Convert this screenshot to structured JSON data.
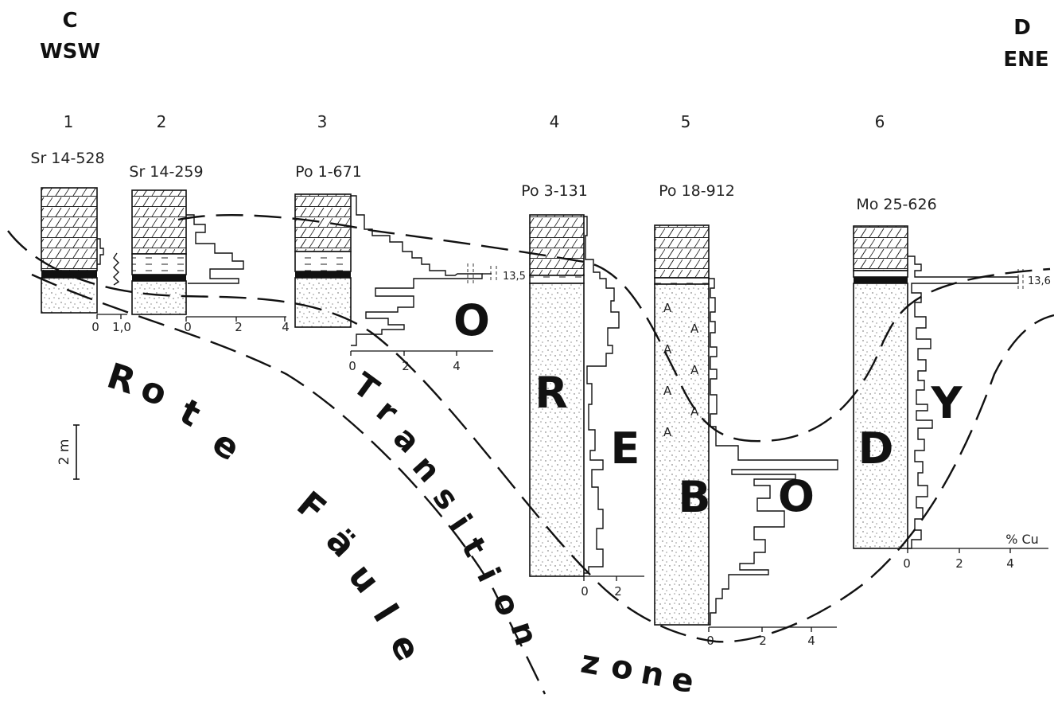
{
  "section": {
    "west_letter": "C",
    "west_dir": "WSW",
    "east_letter": "D",
    "east_dir": "ENE"
  },
  "scale_label": "2 m",
  "axis_unit": "% Cu",
  "columns": [
    {
      "num": "1",
      "id": "Sr 14-528",
      "axis_ticks": [
        "0",
        "1,0"
      ]
    },
    {
      "num": "2",
      "id": "Sr 14-259",
      "axis_ticks": [
        "0",
        "2",
        "4"
      ]
    },
    {
      "num": "3",
      "id": "Po 1-671",
      "axis_ticks": [
        "0",
        "2",
        "4"
      ],
      "peak_label": "13,5"
    },
    {
      "num": "4",
      "id": "Po 3-131",
      "axis_ticks": [
        "0",
        "2"
      ]
    },
    {
      "num": "5",
      "id": "Po 18-912",
      "axis_ticks": [
        "0",
        "2",
        "4"
      ]
    },
    {
      "num": "6",
      "id": "Mo 25-626",
      "axis_ticks": [
        "0",
        "2",
        "4"
      ],
      "peak_label": "13,6"
    }
  ],
  "orebody_letters": [
    "O",
    "R",
    "E",
    "B",
    "O",
    "D",
    "Y"
  ],
  "zone_labels": {
    "rote_faule": [
      "R",
      "o",
      "t",
      "e",
      "F",
      "ä",
      "u",
      "l",
      "e"
    ],
    "transition": [
      "T",
      "r",
      "a",
      "n",
      "s",
      "i",
      "t",
      "i",
      "o",
      "n"
    ],
    "zone": [
      "z",
      "o",
      "n",
      "e"
    ]
  },
  "anhydrite_symbol": "A"
}
